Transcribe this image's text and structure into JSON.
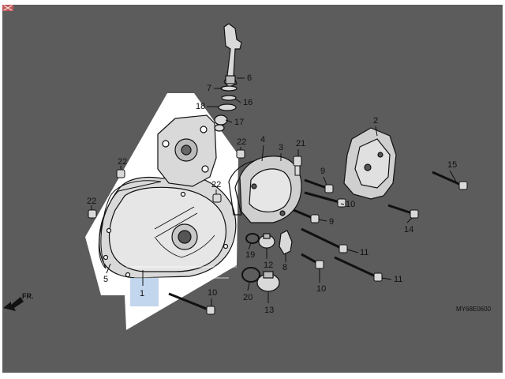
{
  "diagram": {
    "title": "",
    "diagram_code": "MY68E0600",
    "direction_label": "FR.",
    "colors": {
      "background": "#5c5c5c",
      "highlight": "#ffffff",
      "part_line": "#111111",
      "selection": "#a8c4e6"
    },
    "callouts": [
      {
        "id": "1",
        "label": "1"
      },
      {
        "id": "2",
        "label": "2"
      },
      {
        "id": "3",
        "label": "3"
      },
      {
        "id": "4",
        "label": "4"
      },
      {
        "id": "5",
        "label": "5"
      },
      {
        "id": "6",
        "label": "6"
      },
      {
        "id": "7",
        "label": "7"
      },
      {
        "id": "8",
        "label": "8"
      },
      {
        "id": "9a",
        "label": "9"
      },
      {
        "id": "9b",
        "label": "9"
      },
      {
        "id": "10a",
        "label": "10"
      },
      {
        "id": "10b",
        "label": "10"
      },
      {
        "id": "10c",
        "label": "10"
      },
      {
        "id": "11a",
        "label": "11"
      },
      {
        "id": "11b",
        "label": "11"
      },
      {
        "id": "12",
        "label": "12"
      },
      {
        "id": "13",
        "label": "13"
      },
      {
        "id": "14",
        "label": "14"
      },
      {
        "id": "15",
        "label": "15"
      },
      {
        "id": "16",
        "label": "16"
      },
      {
        "id": "17",
        "label": "17"
      },
      {
        "id": "18",
        "label": "18"
      },
      {
        "id": "19",
        "label": "19"
      },
      {
        "id": "20",
        "label": "20"
      },
      {
        "id": "21",
        "label": "21"
      },
      {
        "id": "22a",
        "label": "22"
      },
      {
        "id": "22b",
        "label": "22"
      },
      {
        "id": "22c",
        "label": "22"
      },
      {
        "id": "22d",
        "label": "22"
      }
    ]
  }
}
